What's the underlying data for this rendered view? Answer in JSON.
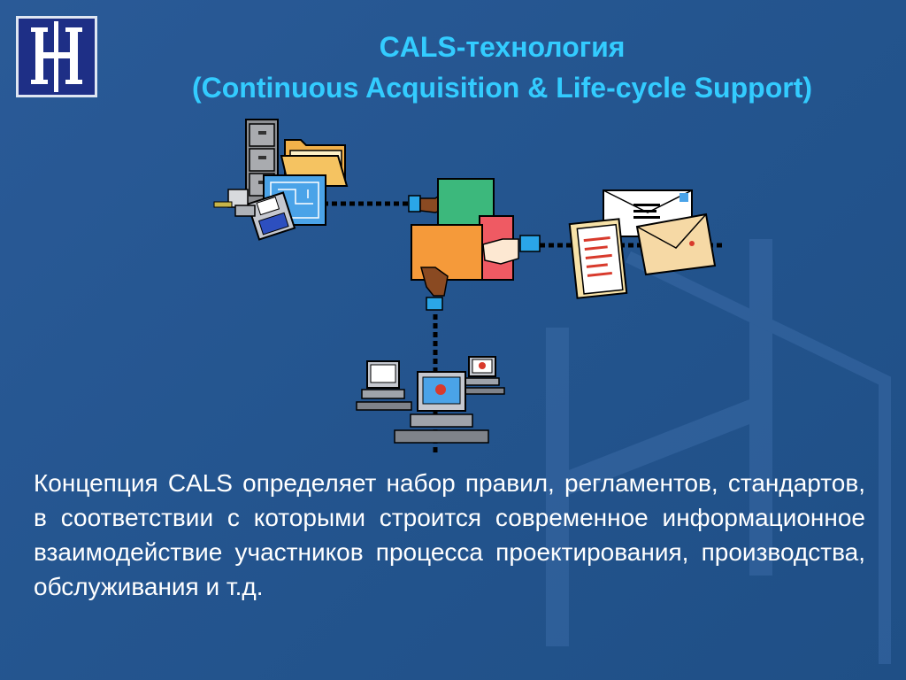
{
  "slide": {
    "title_line1": "CALS-технология",
    "title_line2": "(Continuous Acquisition & Life-cycle Support)",
    "body": "Концепция CALS определяет набор правил, регламентов, стандартов, в соответствии с которыми строится современное информационное взаимодействие участников процесса проектирования, производства, обслуживания и т.д."
  },
  "colors": {
    "title": "#33ccff",
    "body_text": "#ffffff",
    "background": "#24558f",
    "logo_bg": "#1e2f86"
  },
  "icons": [
    "university-logo-icon",
    "file-cabinet-icon",
    "folder-icon",
    "blueprint-icon",
    "floppy-disk-icon",
    "documents-exchange-icon",
    "envelope-icon",
    "workstation-icon"
  ]
}
